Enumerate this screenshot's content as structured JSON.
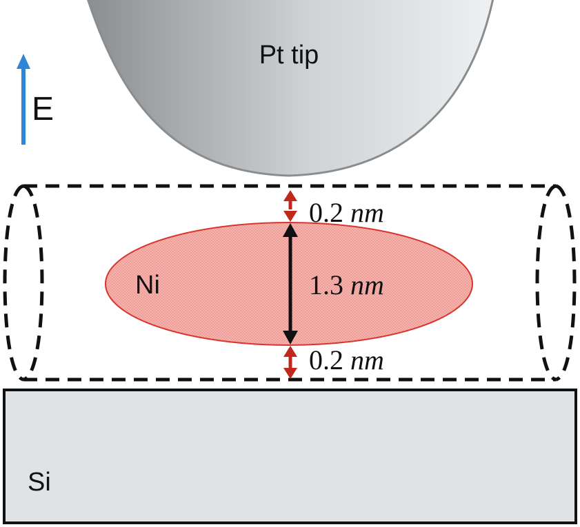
{
  "labels": {
    "tip": "Pt tip",
    "field": "E",
    "particle": "Ni",
    "substrate": "Si",
    "gap_top_value": "0.2",
    "gap_bottom_value": "0.2",
    "diameter_value": "1.3",
    "unit": "nm"
  },
  "colors": {
    "field_arrow": "#2f86d6",
    "gap_arrow": "#c0281c",
    "diameter_arrow": "#111111",
    "particle_fill": "#f09c97",
    "particle_stroke": "#d8342c",
    "substrate_fill": "#dfe3e5",
    "tip_gradient_dark": "#8b8f91",
    "tip_gradient_light": "#eef0f1",
    "outline": "#111111"
  }
}
